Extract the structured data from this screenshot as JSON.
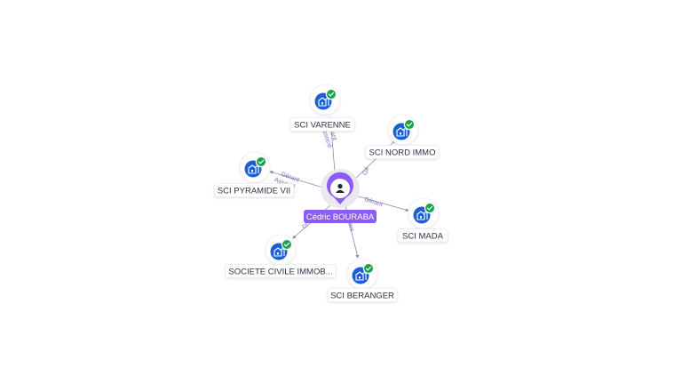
{
  "center": {
    "label": "Cédric BOURABA",
    "icon": "person-icon",
    "color": "#8b5cf6"
  },
  "colors": {
    "company_icon": "#1a5fd6",
    "check_badge": "#16a34a",
    "edge": "#8a8aa8",
    "edge_label": "#7a6fb8"
  },
  "companies": [
    {
      "id": "sci-varenne",
      "label": "SCI VARENNE",
      "icon": "building-icon",
      "verified": true,
      "relations": [
        "Gérant",
        "Associé"
      ]
    },
    {
      "id": "sci-nord-immo",
      "label": "SCI NORD IMMO",
      "icon": "building-icon",
      "verified": true,
      "relations": [
        "Gé"
      ]
    },
    {
      "id": "sci-pyramide-vii",
      "label": "SCI PYRAMIDE VII",
      "icon": "building-icon",
      "verified": true,
      "relations": [
        "Gérant",
        "Associé"
      ]
    },
    {
      "id": "sci-mada",
      "label": "SCI MADA",
      "icon": "building-icon",
      "verified": true,
      "relations": [
        "Gérant"
      ]
    },
    {
      "id": "societe-civile-immob",
      "label": "SOCIETE CIVILE IMMOB...",
      "icon": "building-icon",
      "verified": true,
      "relations": [
        "Gé"
      ]
    },
    {
      "id": "sci-beranger",
      "label": "SCI BERANGER",
      "icon": "building-icon",
      "verified": true,
      "relations": [
        "Gérant"
      ]
    }
  ]
}
